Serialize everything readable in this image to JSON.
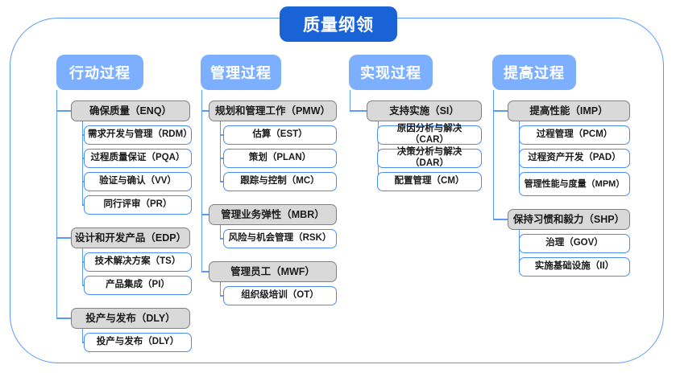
{
  "diagram": {
    "title": "质量纲领",
    "type": "hierarchy-tree",
    "colors": {
      "root_fill": "#1a63d6",
      "column_header_fill": "#7dafff",
      "group_fill": "#d9d9d9",
      "group_border": "#808080",
      "leaf_border": "#4a8df0",
      "connector": "#5b9bf5",
      "frame_border": "#5b9bf5",
      "background": "#ffffff"
    },
    "columns": [
      {
        "header": "行动过程",
        "groups": [
          {
            "label": "确保质量（ENQ）",
            "children": [
              "需求开发与管理（RDM）",
              "过程质量保证（PQA）",
              "验证与确认（VV）",
              "同行评审（PR）"
            ]
          },
          {
            "label": "设计和开发产品（EDP）",
            "children": [
              "技术解决方案（TS）",
              "产品集成（PI）"
            ]
          },
          {
            "label": "投产与发布（DLY）",
            "children": [
              "投产与发布（DLY）"
            ]
          }
        ]
      },
      {
        "header": "管理过程",
        "groups": [
          {
            "label": "规划和管理工作（PMW）",
            "children": [
              "估算（EST）",
              "策划（PLAN）",
              "跟踪与控制（MC）"
            ]
          },
          {
            "label": "管理业务弹性（MBR）",
            "children": [
              "风险与机会管理（RSK）"
            ]
          },
          {
            "label": "管理员工（MWF）",
            "children": [
              "组织级培训（OT）"
            ]
          }
        ]
      },
      {
        "header": "实现过程",
        "groups": [
          {
            "label": "支持实施（SI）",
            "children": [
              "原因分析与解决（CAR）",
              "决策分析与解决（DAR）",
              "配置管理（CM）"
            ]
          }
        ]
      },
      {
        "header": "提高过程",
        "groups": [
          {
            "label": "提高性能（IMP）",
            "children": [
              "过程管理（PCM）",
              "过程资产开发（PAD）",
              "管理性能与度量\n（MPM）"
            ]
          },
          {
            "label": "保持习惯和毅力（SHP）",
            "children": [
              "治理（GOV）",
              "实施基础设施（II）"
            ]
          }
        ]
      }
    ]
  }
}
